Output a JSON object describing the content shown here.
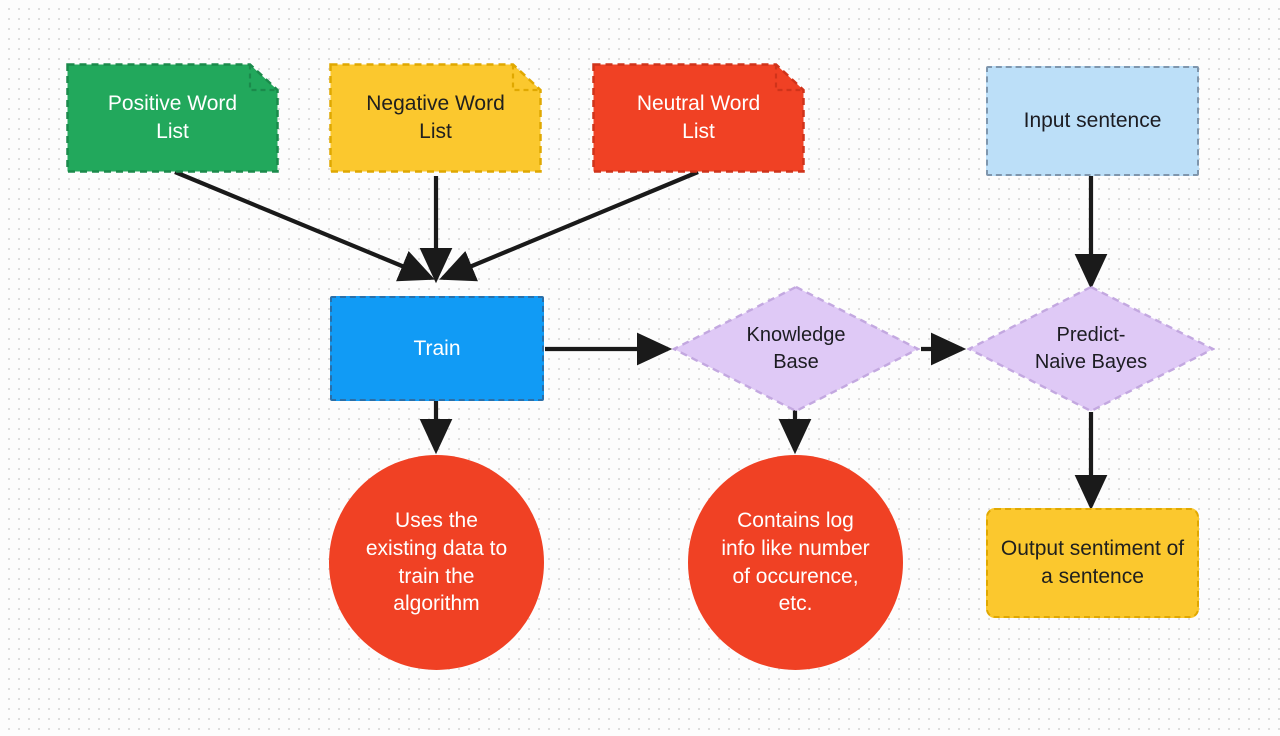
{
  "diagram": {
    "title": "Sentiment analysis training and prediction flow",
    "background_color": "#fdfdfd",
    "grid_dot_color": "#d8d8d8",
    "edge_color": "#1a1a1a"
  },
  "nodes": {
    "positive_word_list": {
      "label": "Positive Word\nList",
      "shape": "document",
      "fill": "#22a85c",
      "stroke": "#1b8a4b",
      "text_color": "#ffffff"
    },
    "negative_word_list": {
      "label": "Negative Word\nList",
      "shape": "document",
      "fill": "#fbc82e",
      "stroke": "#e0a800",
      "text_color": "#20201e"
    },
    "neutral_word_list": {
      "label": "Neutral Word\nList",
      "shape": "document",
      "fill": "#f04124",
      "stroke": "#d0331a",
      "text_color": "#ffffff"
    },
    "input_sentence": {
      "label": "Input sentence",
      "shape": "rectangle",
      "fill": "#bcdff8",
      "stroke": "#7f96ad",
      "text_color": "#1c1c22"
    },
    "train": {
      "label": "Train",
      "shape": "rectangle",
      "fill": "#119bf5",
      "stroke": "#2b6fa8",
      "text_color": "#ffffff"
    },
    "knowledge_base": {
      "label": "Knowledge\nBase",
      "shape": "diamond",
      "fill": "#dfc9f6",
      "stroke": "#c3a8e0",
      "text_color": "#1c1c22"
    },
    "predict_naive_bayes": {
      "label": "Predict-\nNaive Bayes",
      "shape": "diamond",
      "fill": "#dfc9f6",
      "stroke": "#c3a8e0",
      "text_color": "#1c1c22"
    },
    "train_note": {
      "label": "Uses the\nexisting data to\ntrain the\nalgorithm",
      "shape": "circle",
      "fill": "#f04124",
      "stroke": "#f04124",
      "text_color": "#ffffff"
    },
    "knowledge_base_note": {
      "label": "Contains log\ninfo like number\nof occurence,\netc.",
      "shape": "circle",
      "fill": "#f04124",
      "stroke": "#f04124",
      "text_color": "#ffffff"
    },
    "output_sentiment": {
      "label": "Output sentiment of\na sentence",
      "shape": "rectangle",
      "fill": "#fbc82e",
      "stroke": "#e0a800",
      "text_color": "#20201e"
    }
  },
  "edges": [
    {
      "from": "positive_word_list",
      "to": "train",
      "style": "solid-arrow"
    },
    {
      "from": "negative_word_list",
      "to": "train",
      "style": "solid-arrow"
    },
    {
      "from": "neutral_word_list",
      "to": "train",
      "style": "solid-arrow"
    },
    {
      "from": "train",
      "to": "knowledge_base",
      "style": "solid-arrow"
    },
    {
      "from": "train",
      "to": "train_note",
      "style": "solid-arrow"
    },
    {
      "from": "knowledge_base",
      "to": "predict_naive_bayes",
      "style": "solid-arrow"
    },
    {
      "from": "knowledge_base",
      "to": "knowledge_base_note",
      "style": "solid-arrow"
    },
    {
      "from": "input_sentence",
      "to": "predict_naive_bayes",
      "style": "solid-arrow"
    },
    {
      "from": "predict_naive_bayes",
      "to": "output_sentiment",
      "style": "solid-arrow"
    }
  ]
}
